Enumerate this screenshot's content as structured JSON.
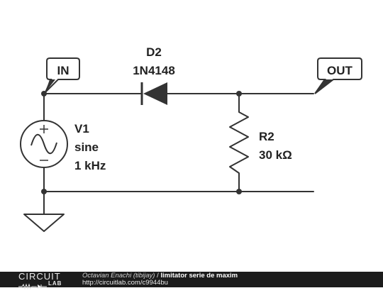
{
  "diagram": {
    "input_port": "IN",
    "output_port": "OUT",
    "diode": {
      "ref": "D2",
      "part": "1N4148"
    },
    "source": {
      "ref": "V1",
      "waveform": "sine",
      "frequency": "1 kHz"
    },
    "resistor": {
      "ref": "R2",
      "value": "30 kΩ"
    }
  },
  "footer": {
    "logo_top": "CIRCUIT",
    "logo_bottom": "LAB",
    "author": "Octavian Enachi (tibijay)",
    "separator": "/",
    "title": "limitator serie de maxim",
    "url": "http://circuitlab.com/c9944bu"
  },
  "colors": {
    "wire": "#333333",
    "footer_bg": "#1c1c1c"
  }
}
